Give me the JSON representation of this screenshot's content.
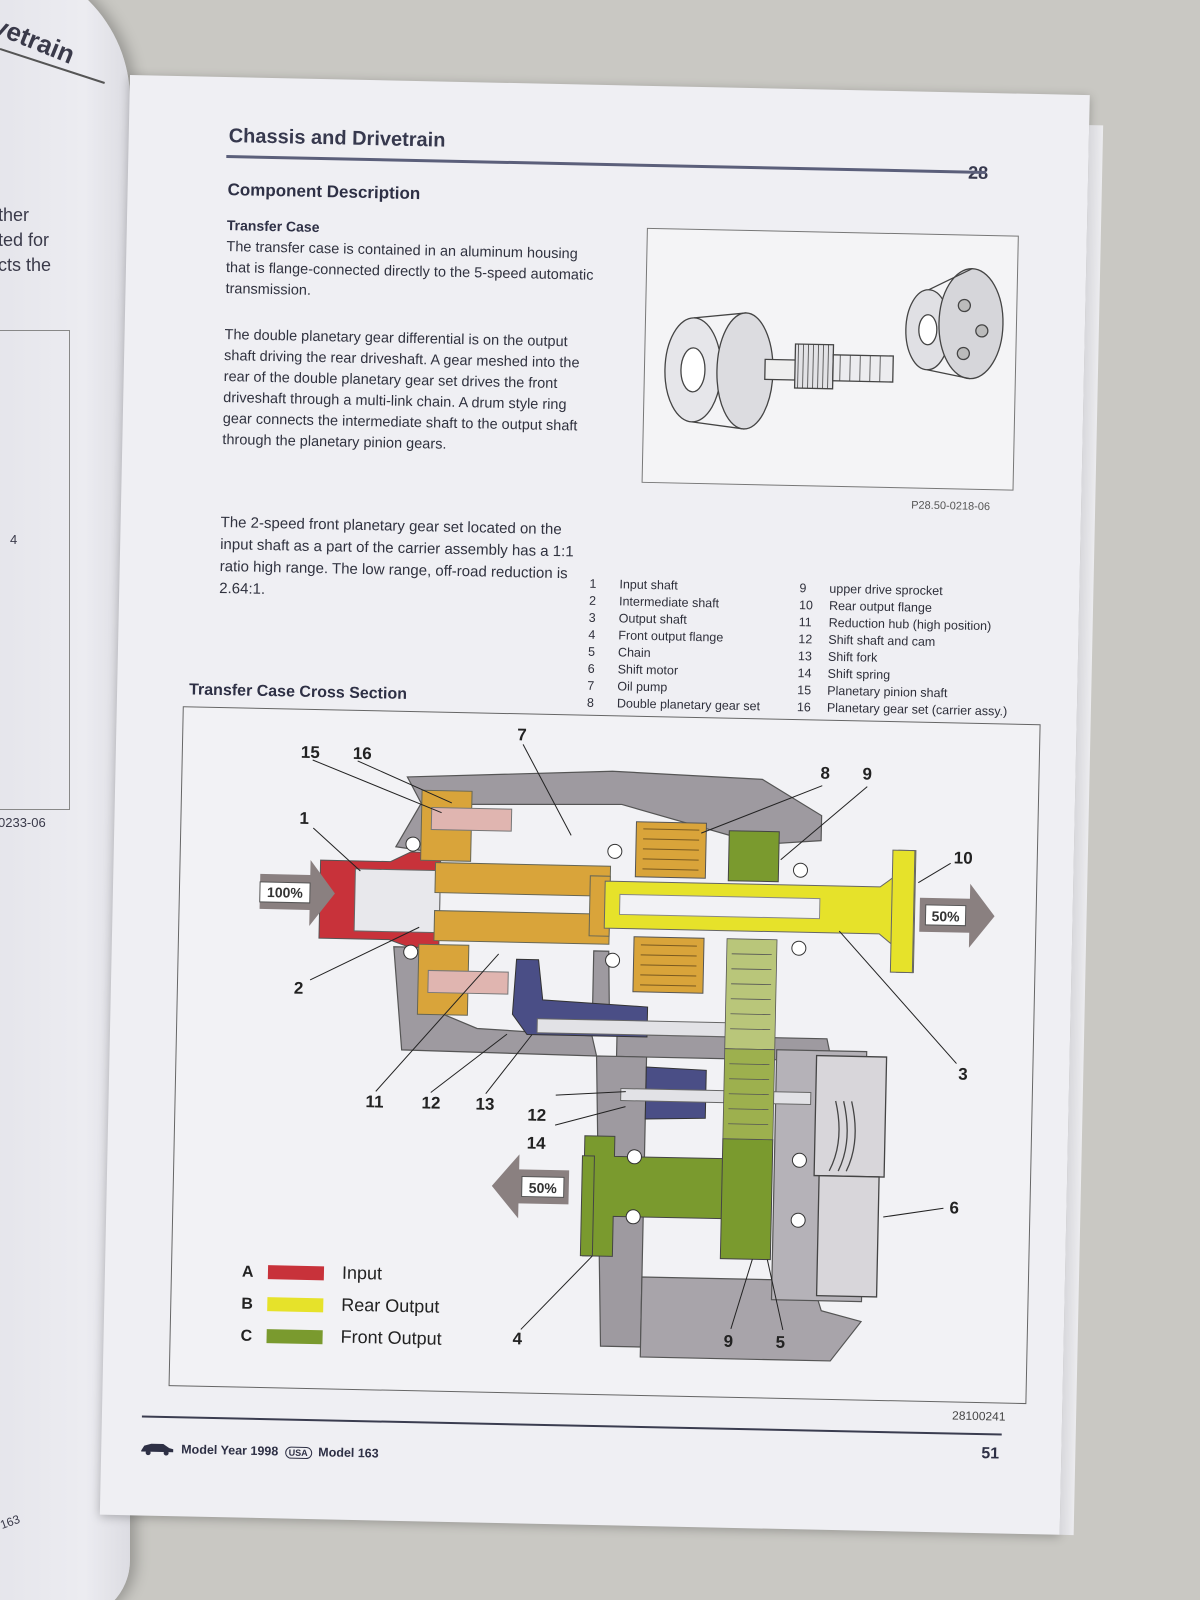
{
  "left_page": {
    "title_fragment": "vetrain",
    "body_fragments": [
      "ther",
      "ted for",
      "cts the"
    ],
    "margin_number": "4",
    "figure_ref": "0233-06",
    "footer_fragment": "163"
  },
  "header": {
    "title": "Chassis and Drivetrain",
    "page_number": "28"
  },
  "section": {
    "title": "Component Description",
    "subtitle": "Transfer Case",
    "paragraphs": [
      "The transfer case is contained in an aluminum housing that is flange-connected directly to the 5-speed automatic transmission.",
      "The double planetary gear differential is on the output shaft driving the rear driveshaft. A gear meshed into the rear of the double planetary gear set drives the front driveshaft through a multi-link chain. A drum style ring gear connects the intermediate shaft to the output shaft through the planetary pinion gears.",
      "The 2-speed front planetary gear set located on the input shaft as a part of the carrier assembly has a 1:1 ratio high range. The low range, off-road reduction is 2.64:1."
    ]
  },
  "photo": {
    "ref": "P28.50-0218-06"
  },
  "component_legend": [
    {
      "num": "1",
      "label": "Input shaft"
    },
    {
      "num": "2",
      "label": "Intermediate shaft"
    },
    {
      "num": "3",
      "label": "Output shaft"
    },
    {
      "num": "4",
      "label": "Front output flange"
    },
    {
      "num": "5",
      "label": "Chain"
    },
    {
      "num": "6",
      "label": "Shift motor"
    },
    {
      "num": "7",
      "label": "Oil pump"
    },
    {
      "num": "8",
      "label": "Double planetary gear set"
    },
    {
      "num": "9",
      "label": "upper drive sprocket"
    },
    {
      "num": "10",
      "label": "Rear output flange"
    },
    {
      "num": "11",
      "label": "Reduction hub (high position)"
    },
    {
      "num": "12",
      "label": "Shift shaft and cam"
    },
    {
      "num": "13",
      "label": "Shift fork"
    },
    {
      "num": "14",
      "label": "Shift spring"
    },
    {
      "num": "15",
      "label": "Planetary pinion shaft"
    },
    {
      "num": "16",
      "label": "Planetary gear set (carrier assy.)"
    }
  ],
  "figure": {
    "title": "Transfer Case Cross Section",
    "ref": "28100241",
    "input_percent": "100%",
    "rear_percent": "50%",
    "front_percent": "50%",
    "callouts": {
      "c1": "1",
      "c2": "2",
      "c3": "3",
      "c4": "4",
      "c5": "5",
      "c6": "6",
      "c7": "7",
      "c8": "8",
      "c9a": "9",
      "c9b": "9",
      "c10": "10",
      "c11": "11",
      "c12a": "12",
      "c12b": "12",
      "c13": "13",
      "c14": "14",
      "c15": "15",
      "c16": "16"
    },
    "key": [
      {
        "letter": "A",
        "label": "Input",
        "color": "#c8323a"
      },
      {
        "letter": "B",
        "label": "Rear Output",
        "color": "#e6e22a"
      },
      {
        "letter": "C",
        "label": "Front Output",
        "color": "#7a9a2e"
      }
    ],
    "colors": {
      "housing": "#9e9aa0",
      "planetary": "#d9a43a",
      "shift": "#4a4e86",
      "pinion": "#e0b5b0",
      "arrow": "#8a8080"
    }
  },
  "footer": {
    "model_year": "Model Year 1998",
    "region_badge": "USA",
    "model": "Model 163",
    "page_number": "51"
  }
}
